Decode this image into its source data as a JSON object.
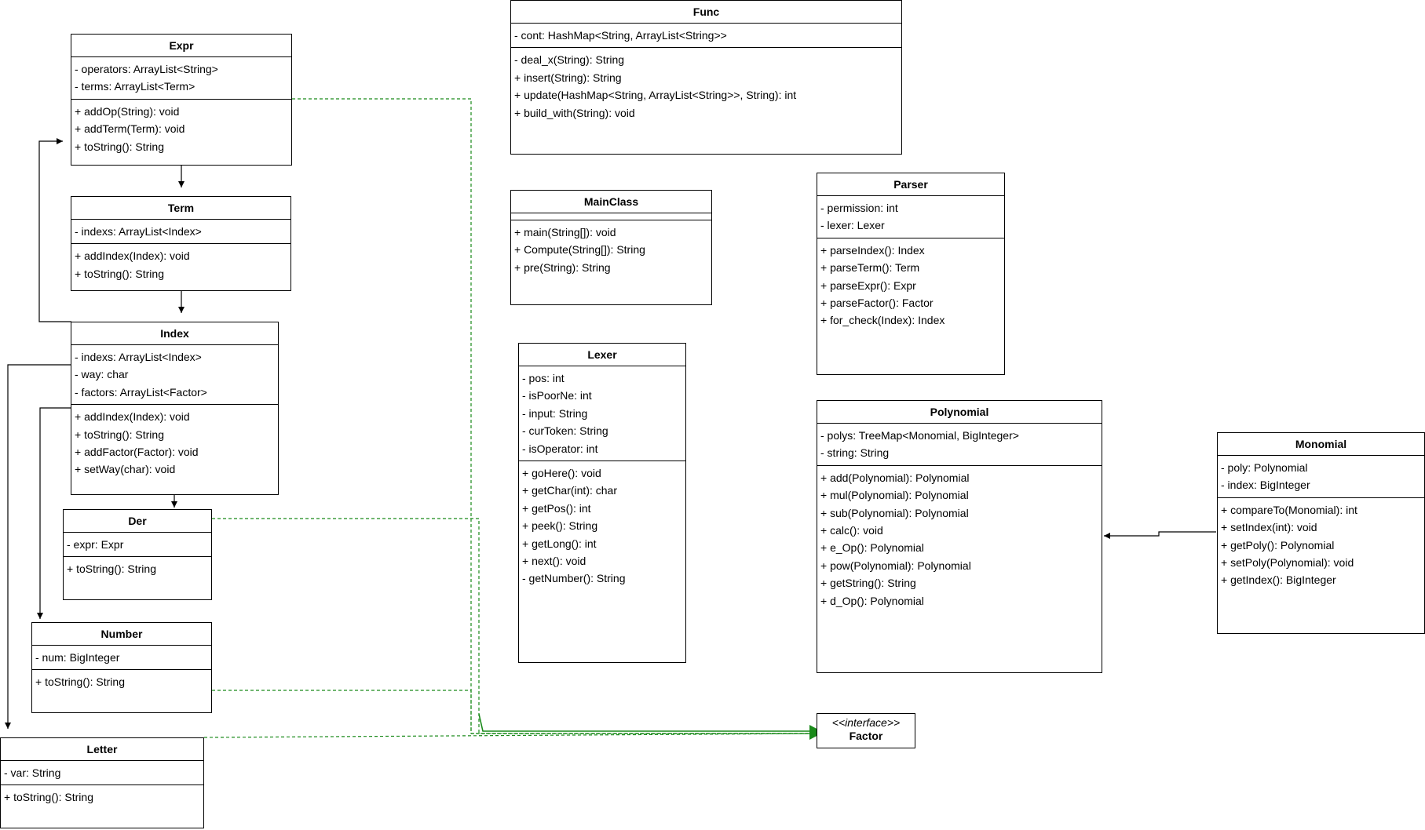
{
  "classes": [
    {
      "id": "expr",
      "name": "Expr",
      "attrs": [
        "- operators: ArrayList<String>",
        "- terms: ArrayList<Term>"
      ],
      "ops": [
        "+ addOp(String): void",
        "+ addTerm(Term): void",
        "+ toString(): String"
      ]
    },
    {
      "id": "term",
      "name": "Term",
      "attrs": [
        "- indexs: ArrayList<Index>"
      ],
      "ops": [
        "+ addIndex(Index): void",
        "+ toString(): String"
      ]
    },
    {
      "id": "index",
      "name": "Index",
      "attrs": [
        "- indexs: ArrayList<Index>",
        "- way: char",
        "- factors: ArrayList<Factor>"
      ],
      "ops": [
        "+ addIndex(Index): void",
        "+ toString(): String",
        "+ addFactor(Factor): void",
        "+ setWay(char): void"
      ]
    },
    {
      "id": "der",
      "name": "Der",
      "attrs": [
        "- expr: Expr"
      ],
      "ops": [
        "+ toString(): String"
      ]
    },
    {
      "id": "number",
      "name": "Number",
      "attrs": [
        "- num: BigInteger"
      ],
      "ops": [
        "+ toString(): String"
      ]
    },
    {
      "id": "letter",
      "name": "Letter",
      "attrs": [
        "- var: String"
      ],
      "ops": [
        "+ toString(): String"
      ]
    },
    {
      "id": "func",
      "name": "Func",
      "attrs": [
        "- cont: HashMap<String, ArrayList<String>>"
      ],
      "ops": [
        "- deal_x(String): String",
        "+ insert(String): String",
        "+ update(HashMap<String, ArrayList<String>>, String): int",
        "+ build_with(String): void"
      ]
    },
    {
      "id": "mainclass",
      "name": "MainClass",
      "attrs": [],
      "ops": [
        "+ main(String[]): void",
        "+ Compute(String[]): String",
        "+ pre(String): String"
      ]
    },
    {
      "id": "lexer",
      "name": "Lexer",
      "attrs": [
        "- pos: int",
        "- isPoorNe: int",
        "- input: String",
        "- curToken: String",
        "- isOperator: int"
      ],
      "ops": [
        "+ goHere(): void",
        "+ getChar(int): char",
        "+ getPos(): int",
        "+ peek(): String",
        "+ getLong(): int",
        "+ next(): void",
        "- getNumber(): String"
      ]
    },
    {
      "id": "parser",
      "name": "Parser",
      "attrs": [
        "- permission: int",
        "- lexer: Lexer"
      ],
      "ops": [
        "+ parseIndex(): Index",
        "+ parseTerm(): Term",
        "+ parseExpr(): Expr",
        "+ parseFactor(): Factor",
        "+ for_check(Index): Index"
      ]
    },
    {
      "id": "polynomial",
      "name": "Polynomial",
      "attrs": [
        "- polys: TreeMap<Monomial, BigInteger>",
        "- string: String"
      ],
      "ops": [
        "+ add(Polynomial): Polynomial",
        "+ mul(Polynomial): Polynomial",
        "+ sub(Polynomial): Polynomial",
        "+ calc(): void",
        "+ e_Op(): Polynomial",
        "+ pow(Polynomial): Polynomial",
        "+ getString(): String",
        "+ d_Op(): Polynomial"
      ]
    },
    {
      "id": "monomial",
      "name": "Monomial",
      "attrs": [
        "- poly: Polynomial",
        "- index: BigInteger"
      ],
      "ops": [
        "+ compareTo(Monomial): int",
        "+ setIndex(int): void",
        "+ getPoly(): Polynomial",
        "+ setPoly(Polynomial): void",
        "+ getIndex(): BigInteger"
      ]
    }
  ],
  "interface": {
    "stereotype": "<<interface>>",
    "name": "Factor"
  },
  "colors": {
    "line": "#000000",
    "realization": "#1a8a1a"
  }
}
